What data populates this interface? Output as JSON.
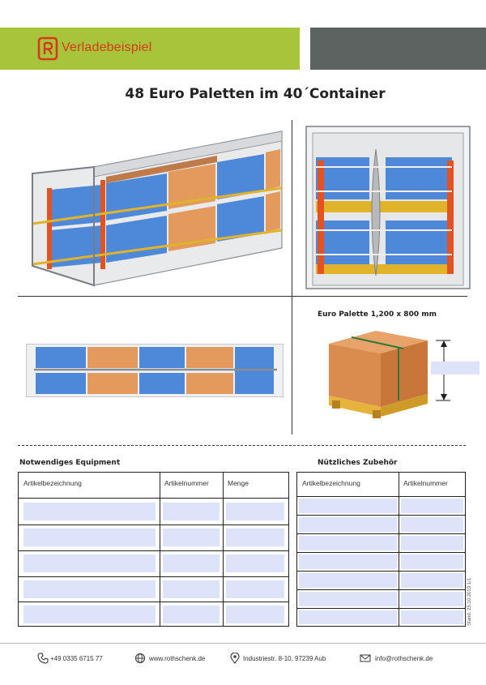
{
  "header": {
    "brand": "Verladebeispiel",
    "logo_icon": "rothschenk-logo-icon",
    "accent_green": "#a7c43a",
    "accent_grey": "#5d6360",
    "brand_color": "#d43a1c"
  },
  "title": "48 Euro Paletten im 40´Container",
  "pallet_caption": "Euro Palette 1,200 x 800 mm",
  "equipment": {
    "heading": "Notwendiges Equipment",
    "col_name": "Artikelbezeichnung",
    "col_number": "Artikelnummer",
    "col_qty": "Menge"
  },
  "accessories": {
    "heading": "Nützliches Zubehör",
    "col_name": "Artikelbezeichnung",
    "col_number": "Artikelnummer"
  },
  "footer": {
    "phone": "+49 0335 6715 77",
    "web": "www.rothschenk.de",
    "address": "Industriestr. 8-10, 97239 Aub",
    "email": "info@rothschenk.de"
  },
  "side_note": "Stand: 25.10.2019 1/1"
}
